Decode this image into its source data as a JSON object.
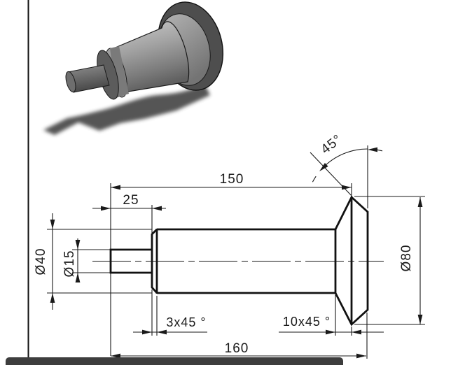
{
  "drawing": {
    "kind": "technical-drawing",
    "subject": "flanged stepped shaft with chamfers",
    "views": [
      "shaded-isometric-view",
      "dimensioned-side-view"
    ]
  },
  "dims": {
    "length_150": "150",
    "length_25": "25",
    "dia_40": "Ø40",
    "dia_15": "Ø15",
    "dia_80": "Ø80",
    "chamfer_small": "3x45 °",
    "chamfer_large": "10x45 °",
    "angle_45": "45°",
    "length_160": "160"
  },
  "colors": {
    "line": "#1a1a1a",
    "background": "#ffffff",
    "ground_bar": "#3d3d3d",
    "shadow": "#474747",
    "flange_dark": "#4e4e4e",
    "metal_mid": "#9a9a9a",
    "collar_dark": "#5c5c5c"
  }
}
